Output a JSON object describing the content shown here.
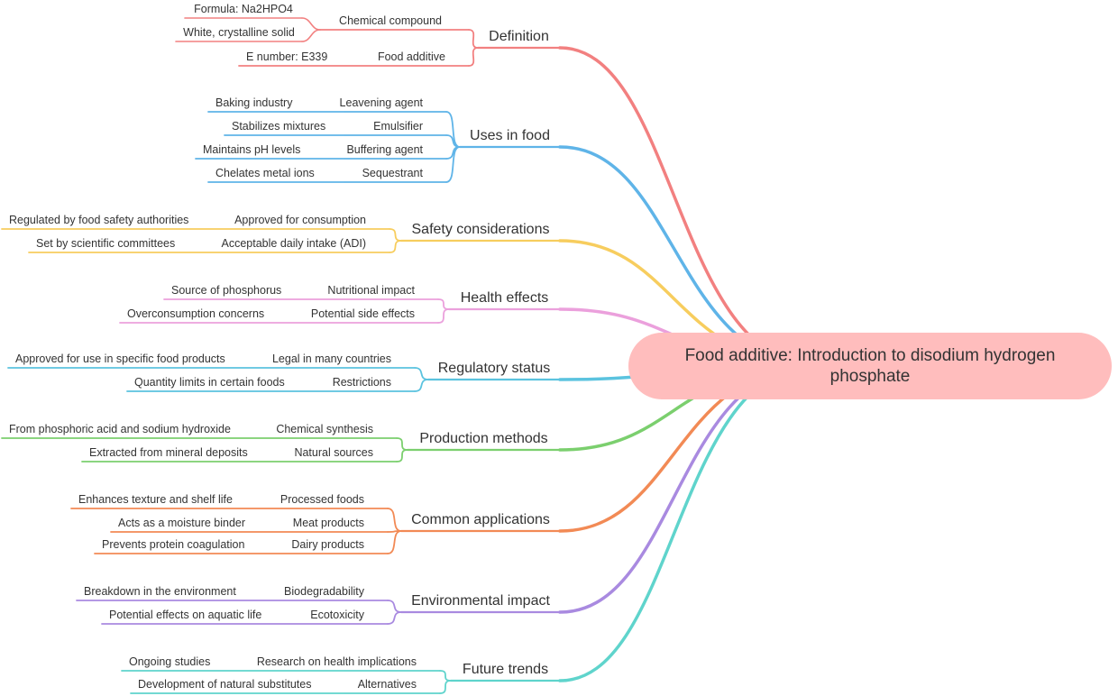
{
  "root": {
    "label": "Food additive: Introduction to disodium hydrogen phosphate",
    "color": "#ffbdbd"
  },
  "branches": [
    {
      "label": "Definition",
      "color": "#f28080",
      "children": [
        {
          "label": "Chemical compound",
          "leaves": [
            "Formula: Na2HPO4",
            "White, crystalline solid"
          ]
        },
        {
          "label": "Food additive",
          "leaves": [
            "E number: E339"
          ]
        }
      ]
    },
    {
      "label": "Uses in food",
      "color": "#5fb4e8",
      "children": [
        {
          "label": "Leavening agent",
          "leaves": [
            "Baking industry"
          ]
        },
        {
          "label": "Emulsifier",
          "leaves": [
            "Stabilizes mixtures"
          ]
        },
        {
          "label": "Buffering agent",
          "leaves": [
            "Maintains pH levels"
          ]
        },
        {
          "label": "Sequestrant",
          "leaves": [
            "Chelates metal ions"
          ]
        }
      ]
    },
    {
      "label": "Safety considerations",
      "color": "#f7cd5e",
      "children": [
        {
          "label": "Approved for consumption",
          "leaves": [
            "Regulated by food safety authorities"
          ]
        },
        {
          "label": "Acceptable daily intake (ADI)",
          "leaves": [
            "Set by scientific committees"
          ]
        }
      ]
    },
    {
      "label": "Health effects",
      "color": "#eba0dc",
      "children": [
        {
          "label": "Nutritional impact",
          "leaves": [
            "Source of phosphorus"
          ]
        },
        {
          "label": "Potential side effects",
          "leaves": [
            "Overconsumption concerns"
          ]
        }
      ]
    },
    {
      "label": "Regulatory status",
      "color": "#5bc3df",
      "children": [
        {
          "label": "Legal in many countries",
          "leaves": [
            "Approved for use in specific food products"
          ]
        },
        {
          "label": "Restrictions",
          "leaves": [
            "Quantity limits in certain foods"
          ]
        }
      ]
    },
    {
      "label": "Production methods",
      "color": "#7bcf6e",
      "children": [
        {
          "label": "Chemical synthesis",
          "leaves": [
            "From phosphoric acid and sodium hydroxide"
          ]
        },
        {
          "label": "Natural sources",
          "leaves": [
            "Extracted from mineral deposits"
          ]
        }
      ]
    },
    {
      "label": "Common applications",
      "color": "#f28a55",
      "children": [
        {
          "label": "Processed foods",
          "leaves": [
            "Enhances texture and shelf life"
          ]
        },
        {
          "label": "Meat products",
          "leaves": [
            "Acts as a moisture binder"
          ]
        },
        {
          "label": "Dairy products",
          "leaves": [
            "Prevents protein coagulation"
          ]
        }
      ]
    },
    {
      "label": "Environmental impact",
      "color": "#a98ae0",
      "children": [
        {
          "label": "Biodegradability",
          "leaves": [
            "Breakdown in the environment"
          ]
        },
        {
          "label": "Ecotoxicity",
          "leaves": [
            "Potential effects on aquatic life"
          ]
        }
      ]
    },
    {
      "label": "Future trends",
      "color": "#5fd4cc",
      "children": [
        {
          "label": "Research on health implications",
          "leaves": [
            "Ongoing studies"
          ]
        },
        {
          "label": "Alternatives",
          "leaves": [
            "Development of natural substitutes"
          ]
        }
      ]
    }
  ]
}
